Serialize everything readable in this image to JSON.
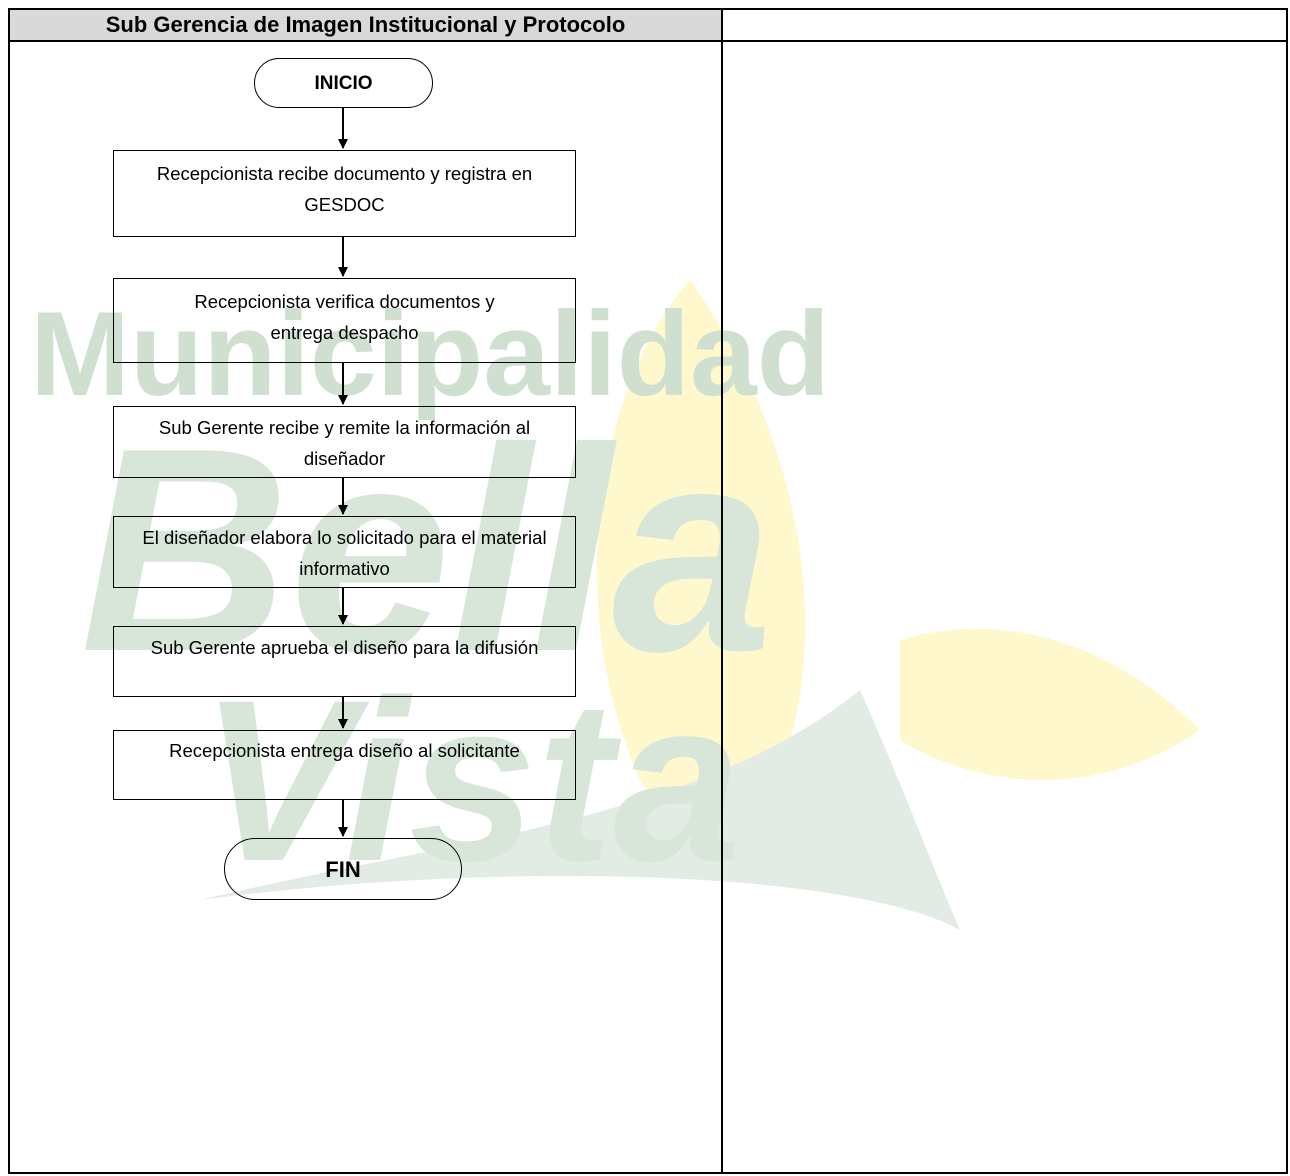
{
  "lanes": [
    {
      "title": "Sub Gerencia de Imagen Institucional y Protocolo"
    },
    {
      "title": ""
    }
  ],
  "flow": {
    "start": "INICIO",
    "steps": [
      "Recepcionista recibe documento y registra en GESDOC",
      "Recepcionista verifica documentos y entrega despacho",
      "Sub Gerente recibe y remite la información al diseñador",
      "El diseñador elabora lo solicitado para el material informativo",
      "Sub Gerente aprueba el diseño para la difusión",
      "Recepcionista entrega diseño al solicitante"
    ],
    "end": "FIN"
  },
  "watermark": {
    "line1": "Municipalidad",
    "line2": "Bella",
    "line3": "Vista",
    "text_color": "#c5d8c7",
    "leaf_color": "#fff8cc"
  },
  "colors": {
    "header_bg": "#d9d9d9",
    "border": "#000000"
  }
}
